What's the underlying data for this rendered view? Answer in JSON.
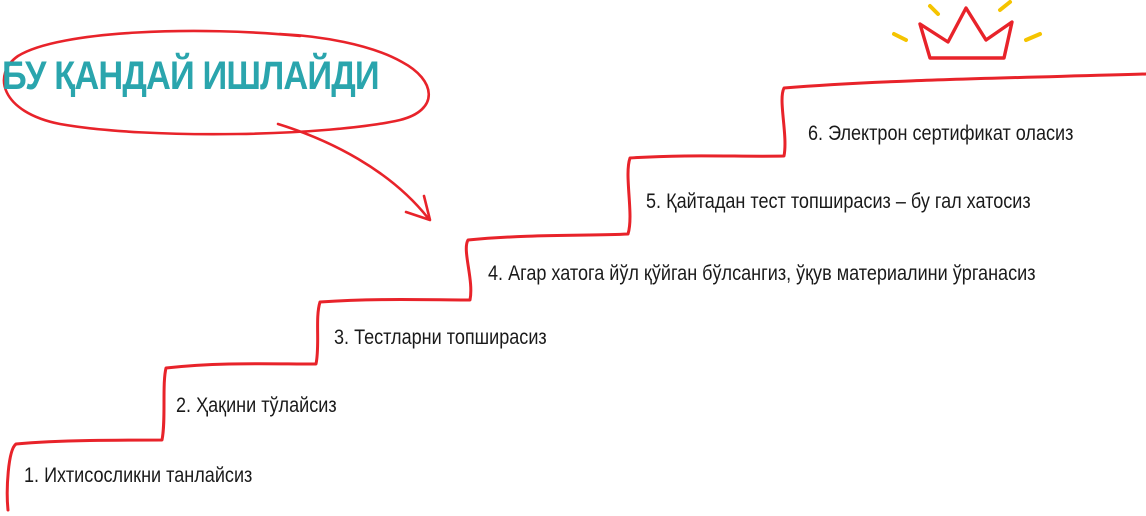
{
  "title": "БУ ҚАНДАЙ ИШЛАЙДИ",
  "colors": {
    "title": "#2aa5ad",
    "accent_red": "#e8232a",
    "spark_yellow": "#f5c400",
    "text": "#1a1a1a"
  },
  "icons": [
    "crown-icon",
    "sparkle-rays-icon",
    "curved-arrow-icon"
  ],
  "steps": [
    "1. Ихтисосликни танлайсиз",
    "2. Ҳақини тўлайсиз",
    "3. Тестларни топширасиз",
    "4. Агар хатога йўл қўйган бўлсангиз, ўқув материалини ўрганасиз",
    "5. Қайтадан тест топширасиз  – бу гал хатосиз",
    "6. Электрон сертификат оласиз"
  ]
}
